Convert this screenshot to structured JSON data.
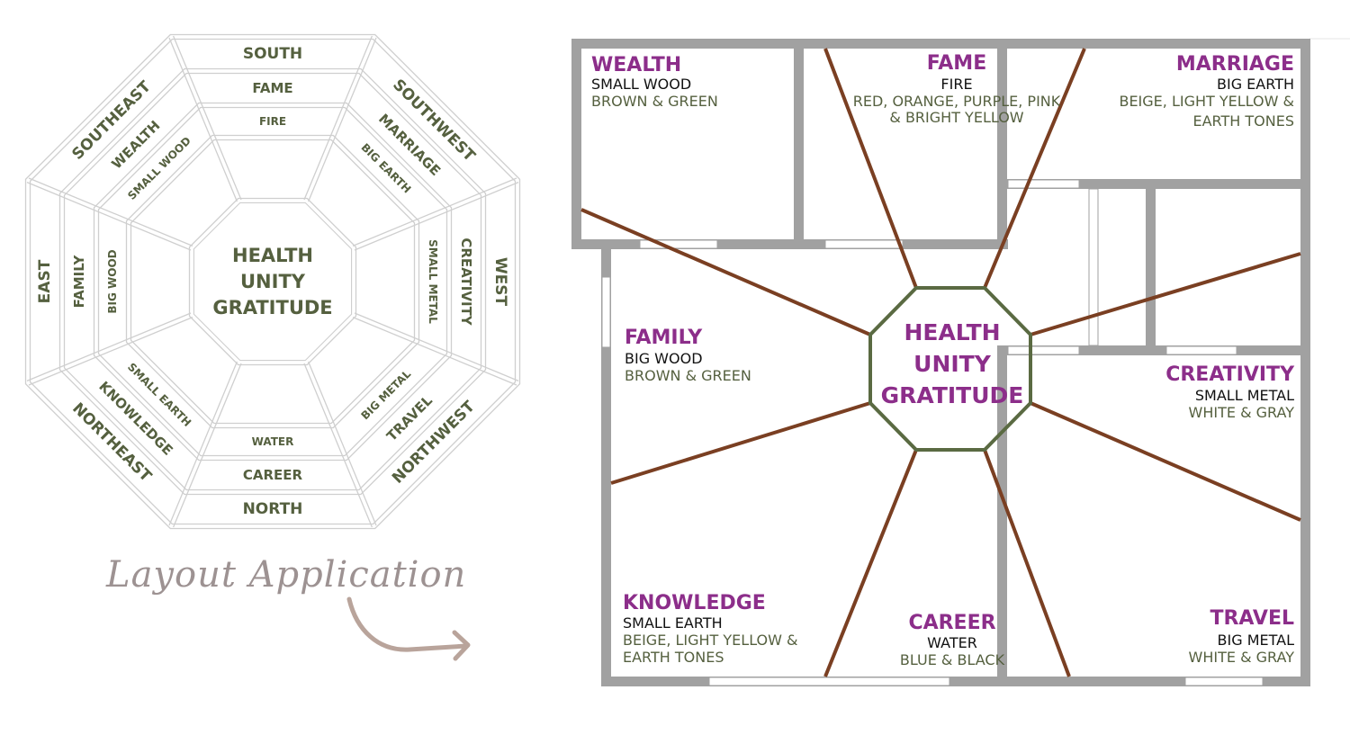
{
  "colors": {
    "bagua_line": "#cfcfcf",
    "bagua_text": "#55603f",
    "wall": "#a1a1a1",
    "ray": "#7a3f22",
    "octagon": "#5a6a42",
    "title_purple": "#8c2e8a",
    "element_black": "#111111",
    "colors_green": "#55603f",
    "script_text": "#8c8080",
    "arrow": "#b9a49b"
  },
  "bagua": {
    "center_label": [
      "HEALTH",
      "UNITY",
      "GRATITUDE"
    ],
    "sectors": [
      {
        "position": "top",
        "direction": "SOUTH",
        "area": "FAME",
        "element": "FIRE"
      },
      {
        "position": "top-right",
        "direction": "SOUTHWEST",
        "area": "MARRIAGE",
        "element": "BIG EARTH"
      },
      {
        "position": "right",
        "direction": "WEST",
        "area": "CREATIVITY",
        "element": "SMALL METAL"
      },
      {
        "position": "bottom-right",
        "direction": "NORTHWEST",
        "area": "TRAVEL",
        "element": "BIG METAL"
      },
      {
        "position": "bottom",
        "direction": "NORTH",
        "area": "CAREER",
        "element": "WATER"
      },
      {
        "position": "bottom-left",
        "direction": "NORTHEAST",
        "area": "KNOWLEDGE",
        "element": "SMALL EARTH"
      },
      {
        "position": "left",
        "direction": "EAST",
        "area": "FAMILY",
        "element": "BIG WOOD"
      },
      {
        "position": "top-left",
        "direction": "SOUTHEAST",
        "area": "WEALTH",
        "element": "SMALL WOOD"
      }
    ]
  },
  "caption": {
    "text": "Layout Application"
  },
  "floor_plan": {
    "center_label": [
      "HEALTH",
      "UNITY",
      "GRATITUDE"
    ],
    "areas": [
      {
        "id": "wealth",
        "title": "WEALTH",
        "element": "SMALL WOOD",
        "colors": [
          "BROWN & GREEN"
        ]
      },
      {
        "id": "fame",
        "title": "FAME",
        "element": "FIRE",
        "colors": [
          "RED, ORANGE, PURPLE, PINK",
          "& BRIGHT YELLOW"
        ]
      },
      {
        "id": "marriage",
        "title": "MARRIAGE",
        "element": "BIG EARTH",
        "colors": [
          "BEIGE, LIGHT YELLOW &",
          "EARTH TONES"
        ]
      },
      {
        "id": "family",
        "title": "FAMILY",
        "element": "BIG WOOD",
        "colors": [
          "BROWN & GREEN"
        ]
      },
      {
        "id": "creativity",
        "title": "CREATIVITY",
        "element": "SMALL METAL",
        "colors": [
          "WHITE & GRAY"
        ]
      },
      {
        "id": "knowledge",
        "title": "KNOWLEDGE",
        "element": "SMALL EARTH",
        "colors": [
          "BEIGE, LIGHT YELLOW &",
          "EARTH TONES"
        ]
      },
      {
        "id": "career",
        "title": "CAREER",
        "element": "WATER",
        "colors": [
          "BLUE & BLACK"
        ]
      },
      {
        "id": "travel",
        "title": "TRAVEL",
        "element": "BIG METAL",
        "colors": [
          "WHITE & GRAY"
        ]
      }
    ]
  }
}
